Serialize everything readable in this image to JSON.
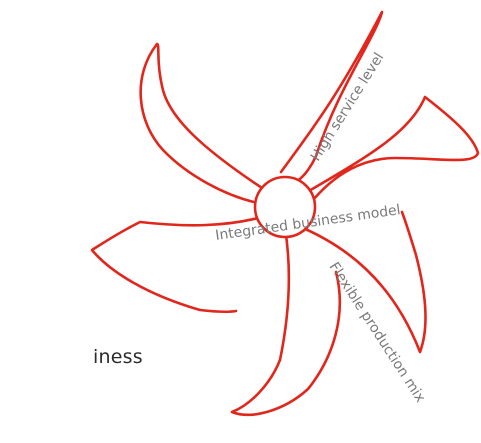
{
  "diagram": {
    "colors": {
      "stroke": "#e1261c",
      "label": "#7a7a7a",
      "text": "#2b2b2b",
      "background": "#ffffff"
    },
    "labels": {
      "high_service_level": "High service level",
      "integrated_business_model": "Integrated business model",
      "flexible_production_mix": "Flexible production mix"
    },
    "partial_text": "iness"
  }
}
